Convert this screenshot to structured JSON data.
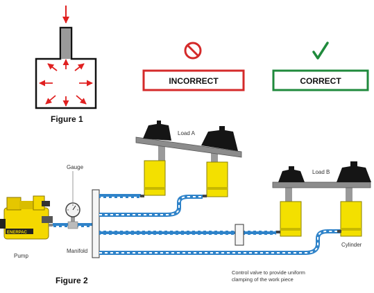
{
  "figure1": {
    "caption": "Figure 1"
  },
  "figure2": {
    "caption": "Figure 2",
    "labels": {
      "gauge": "Gauge",
      "pump": "Pump",
      "manifold": "Manifold",
      "load_a": "Load A",
      "load_b": "Load B",
      "cylinder": "Cylinder",
      "control_valve_line1": "Control valve to provide uniform",
      "control_valve_line2": "clamping of the work piece",
      "pump_brand": "ENERPAC"
    }
  },
  "status": {
    "incorrect": {
      "label": "INCORRECT",
      "color": "#d42a2a",
      "icon": "prohibited-icon"
    },
    "correct": {
      "label": "CORRECT",
      "color": "#1f8a3c",
      "icon": "check-icon"
    }
  },
  "colors": {
    "cylinder_yellow": "#f3e000",
    "pump_yellow": "#f4d800",
    "hose_blue": "#2f83c9",
    "pressure_red": "#e02020",
    "beam_gray": "#8c8c8c",
    "weight_black": "#151515"
  }
}
